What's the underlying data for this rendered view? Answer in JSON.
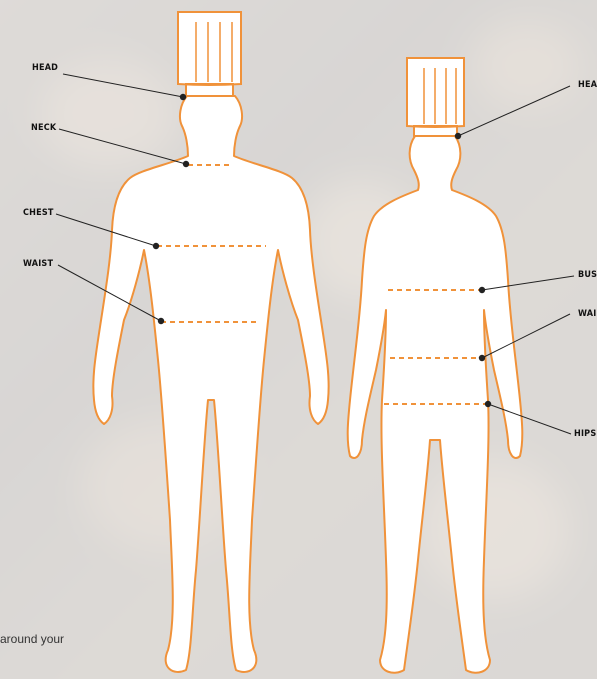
{
  "colors": {
    "accent": "#f0923a",
    "marker": "#222222",
    "figure_fill": "#ffffff"
  },
  "labels": {
    "head": "HEAD",
    "neck": "NECK",
    "chest": "CHEST",
    "waist": "WAIST",
    "head2": "HEA",
    "bust": "BUS",
    "waist2": "WAI",
    "hips": "HIPS"
  },
  "footer_text": "around your"
}
